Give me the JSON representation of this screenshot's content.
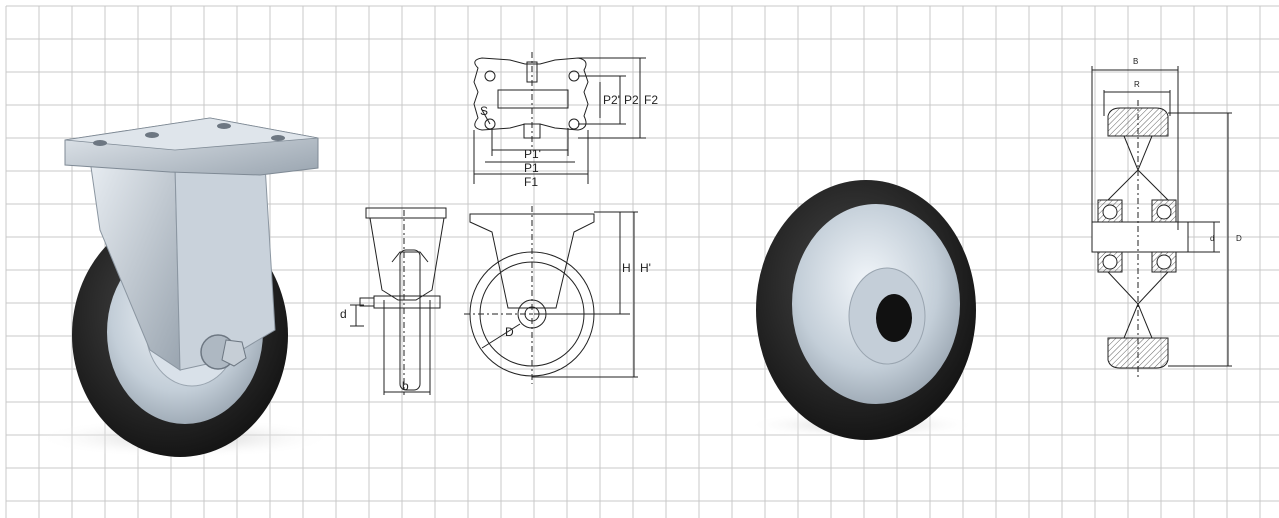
{
  "colors": {
    "grid": "#c9c9c9",
    "line": "#222222",
    "rubber": "#222222",
    "steel": "#b9c4cf",
    "hub": "#d4dde6"
  },
  "photos": {
    "caster_photo": "rigid-caster-icon",
    "wheel_photo": "rubber-wheel-icon"
  },
  "labels": {
    "top_plate": {
      "s": "S",
      "p2p": "P2'",
      "p2": "P2",
      "f2": "F2",
      "p1p": "P1'",
      "p1": "P1",
      "f1": "F1"
    },
    "front_view": {
      "d": "d",
      "b": "b"
    },
    "side_view": {
      "h": "H",
      "hp": "H'",
      "D": "D"
    },
    "wheel_section": {
      "B": "B",
      "R": "R",
      "d": "d",
      "D": "D"
    }
  }
}
